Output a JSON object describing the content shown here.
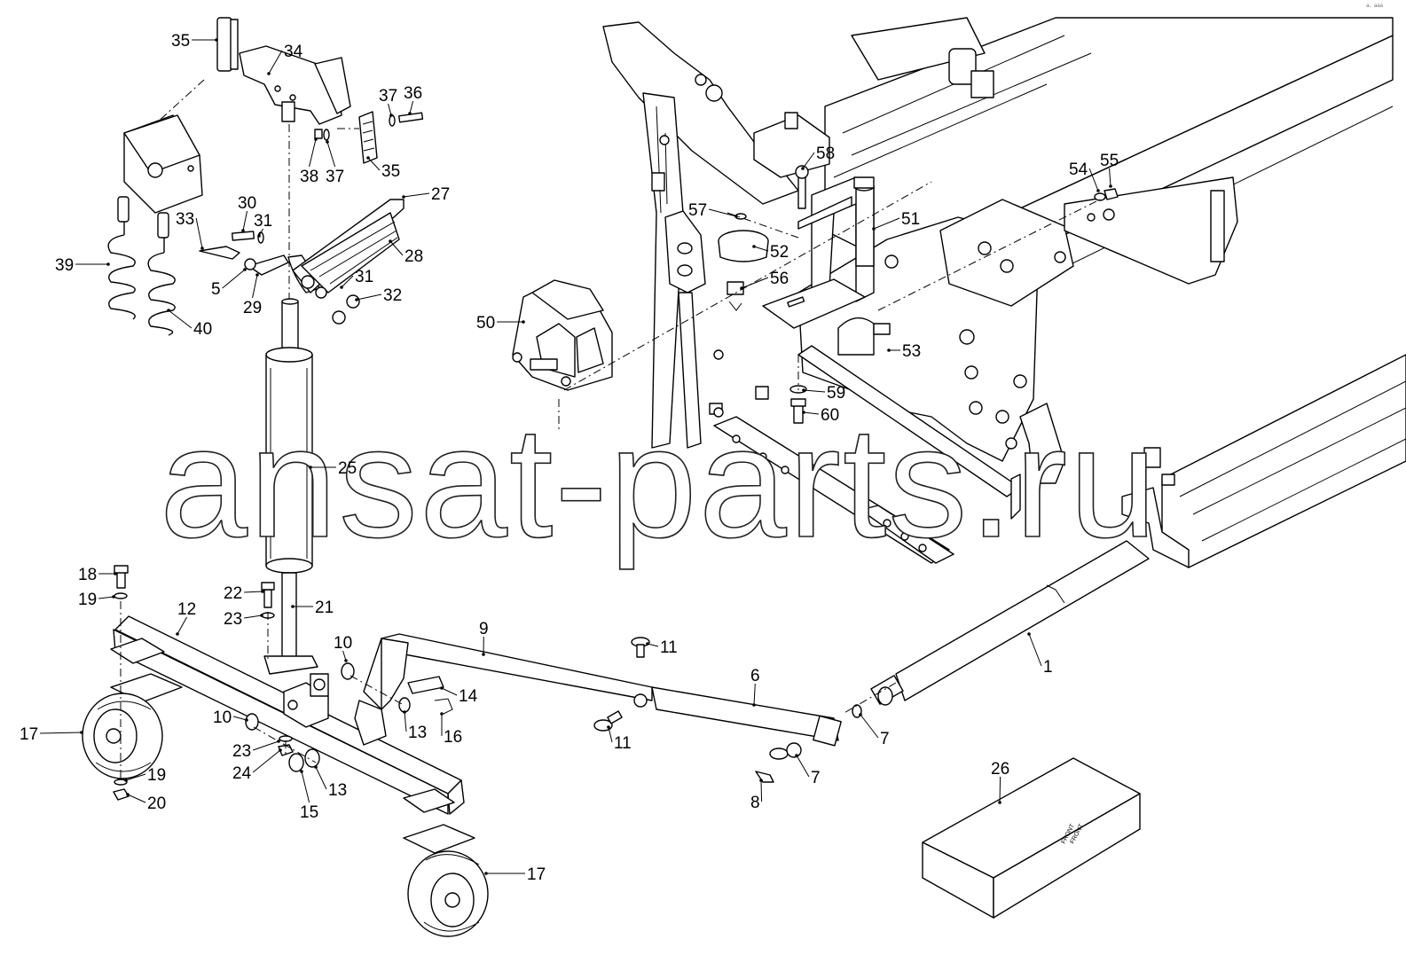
{
  "diagram": {
    "watermark": "ansat-parts.ru",
    "corner_mark": "ᵃ· ᵃᵃᵃ",
    "box_print": [
      "FRONT",
      "FRONT"
    ]
  },
  "callouts": [
    {
      "id": "c35a",
      "label": "35"
    },
    {
      "id": "c34",
      "label": "34"
    },
    {
      "id": "c37a",
      "label": "37"
    },
    {
      "id": "c36",
      "label": "36"
    },
    {
      "id": "c38",
      "label": "38"
    },
    {
      "id": "c37b",
      "label": "37"
    },
    {
      "id": "c35b",
      "label": "35"
    },
    {
      "id": "c27",
      "label": "27"
    },
    {
      "id": "c30",
      "label": "30"
    },
    {
      "id": "c31a",
      "label": "31"
    },
    {
      "id": "c33",
      "label": "33"
    },
    {
      "id": "c28",
      "label": "28"
    },
    {
      "id": "c39",
      "label": "39"
    },
    {
      "id": "c31b",
      "label": "31"
    },
    {
      "id": "c5",
      "label": "5"
    },
    {
      "id": "c32",
      "label": "32"
    },
    {
      "id": "c29",
      "label": "29"
    },
    {
      "id": "c40",
      "label": "40"
    },
    {
      "id": "c25",
      "label": "25"
    },
    {
      "id": "c18",
      "label": "18"
    },
    {
      "id": "c19a",
      "label": "19"
    },
    {
      "id": "c12",
      "label": "12"
    },
    {
      "id": "c22",
      "label": "22"
    },
    {
      "id": "c23a",
      "label": "23"
    },
    {
      "id": "c21",
      "label": "21"
    },
    {
      "id": "c10a",
      "label": "10"
    },
    {
      "id": "c10b",
      "label": "10"
    },
    {
      "id": "c17a",
      "label": "17"
    },
    {
      "id": "c23b",
      "label": "23"
    },
    {
      "id": "c24",
      "label": "24"
    },
    {
      "id": "c19b",
      "label": "19"
    },
    {
      "id": "c20",
      "label": "20"
    },
    {
      "id": "c15",
      "label": "15"
    },
    {
      "id": "c13a",
      "label": "13"
    },
    {
      "id": "c13b",
      "label": "13"
    },
    {
      "id": "c14",
      "label": "14"
    },
    {
      "id": "c16",
      "label": "16"
    },
    {
      "id": "c9",
      "label": "9"
    },
    {
      "id": "c11a",
      "label": "11"
    },
    {
      "id": "c11b",
      "label": "11"
    },
    {
      "id": "c6",
      "label": "6"
    },
    {
      "id": "c7a",
      "label": "7"
    },
    {
      "id": "c7b",
      "label": "7"
    },
    {
      "id": "c8",
      "label": "8"
    },
    {
      "id": "c1",
      "label": "1"
    },
    {
      "id": "c17b",
      "label": "17"
    },
    {
      "id": "c26",
      "label": "26"
    },
    {
      "id": "c50",
      "label": "50"
    },
    {
      "id": "c57",
      "label": "57"
    },
    {
      "id": "c58",
      "label": "58"
    },
    {
      "id": "c52",
      "label": "52"
    },
    {
      "id": "c51",
      "label": "51"
    },
    {
      "id": "c56",
      "label": "56"
    },
    {
      "id": "c53",
      "label": "53"
    },
    {
      "id": "c59",
      "label": "59"
    },
    {
      "id": "c60",
      "label": "60"
    },
    {
      "id": "c54",
      "label": "54"
    },
    {
      "id": "c55",
      "label": "55"
    }
  ]
}
